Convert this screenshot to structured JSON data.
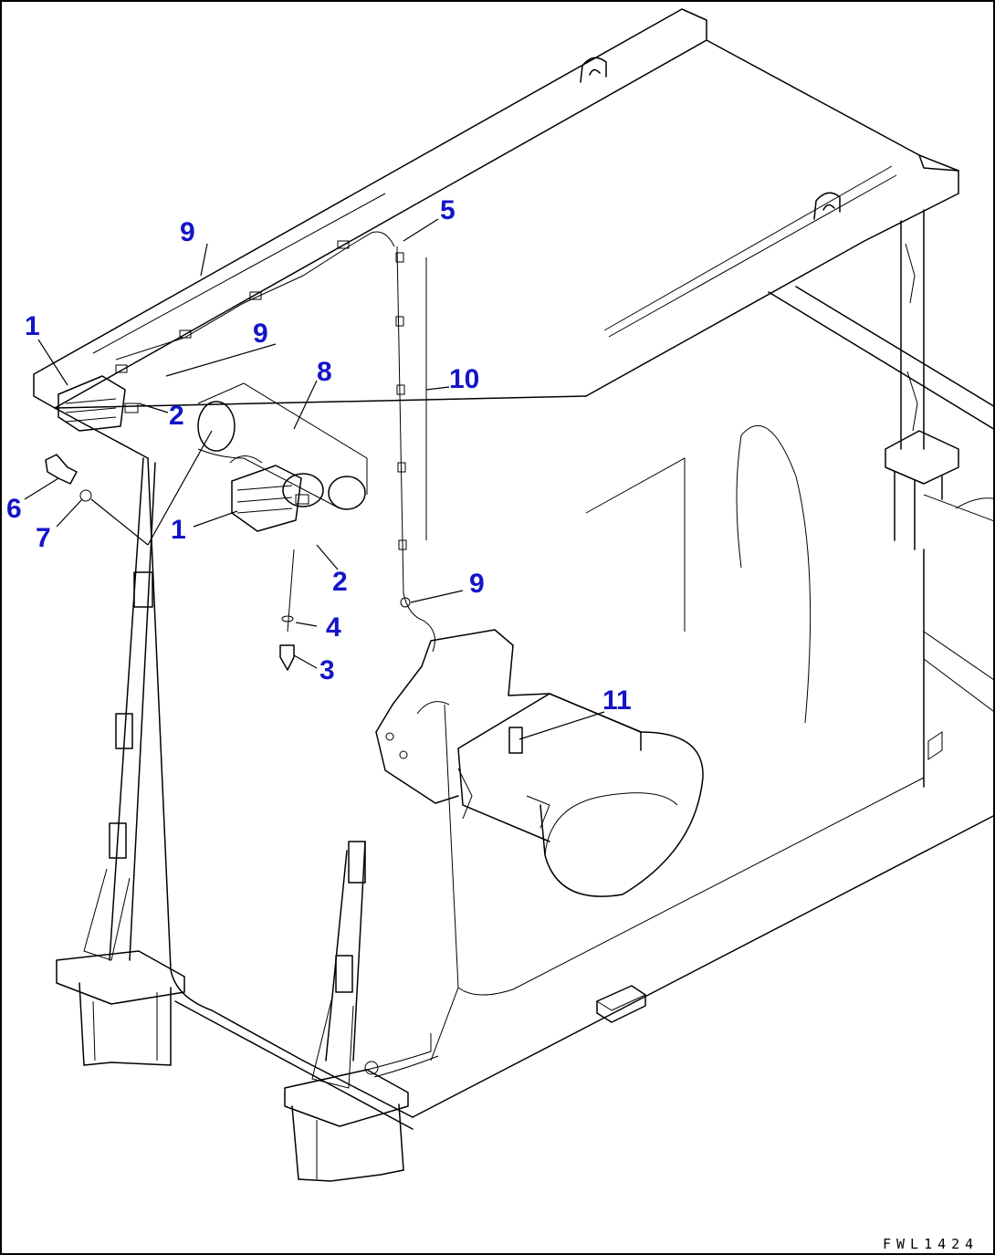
{
  "diagram": {
    "callout_color": "#1414c8",
    "callouts": [
      {
        "id": "c1a",
        "text": "1"
      },
      {
        "id": "c1b",
        "text": "1"
      },
      {
        "id": "c2a",
        "text": "2"
      },
      {
        "id": "c2b",
        "text": "2"
      },
      {
        "id": "c3",
        "text": "3"
      },
      {
        "id": "c4",
        "text": "4"
      },
      {
        "id": "c5",
        "text": "5"
      },
      {
        "id": "c6",
        "text": "6"
      },
      {
        "id": "c7",
        "text": "7"
      },
      {
        "id": "c8",
        "text": "8"
      },
      {
        "id": "c9a",
        "text": "9"
      },
      {
        "id": "c9b",
        "text": "9"
      },
      {
        "id": "c9c",
        "text": "9"
      },
      {
        "id": "c10",
        "text": "10"
      },
      {
        "id": "c11",
        "text": "11"
      }
    ],
    "drawing_code": "FWL1424"
  }
}
